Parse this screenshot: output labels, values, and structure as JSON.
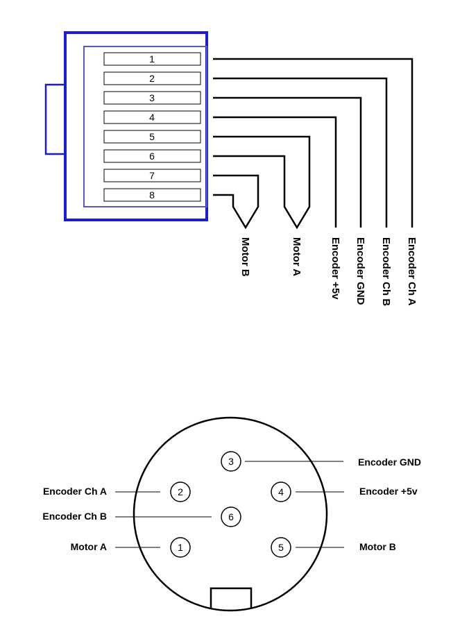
{
  "colors": {
    "connector_outline": "#1a1ad9",
    "inner_outline": "#5555cc",
    "wire": "#000000"
  },
  "ribbon_connector": {
    "pins": [
      "1",
      "2",
      "3",
      "4",
      "5",
      "6",
      "7",
      "8"
    ],
    "wire_labels": {
      "motor_b": "Motor B",
      "motor_a": "Motor A",
      "encoder_5v": "Encoder +5v",
      "encoder_gnd": "Encoder GND",
      "encoder_ch_b": "Encoder Ch B",
      "encoder_ch_a": "Encoder Ch A"
    }
  },
  "circular_connector": {
    "pins": {
      "p1": "1",
      "p2": "2",
      "p3": "3",
      "p4": "4",
      "p5": "5",
      "p6": "6"
    },
    "labels": {
      "encoder_gnd": "Encoder GND",
      "encoder_ch_a": "Encoder Ch A",
      "encoder_5v": "Encoder +5v",
      "encoder_ch_b": "Encoder Ch B",
      "motor_a": "Motor A",
      "motor_b": "Motor B"
    }
  }
}
